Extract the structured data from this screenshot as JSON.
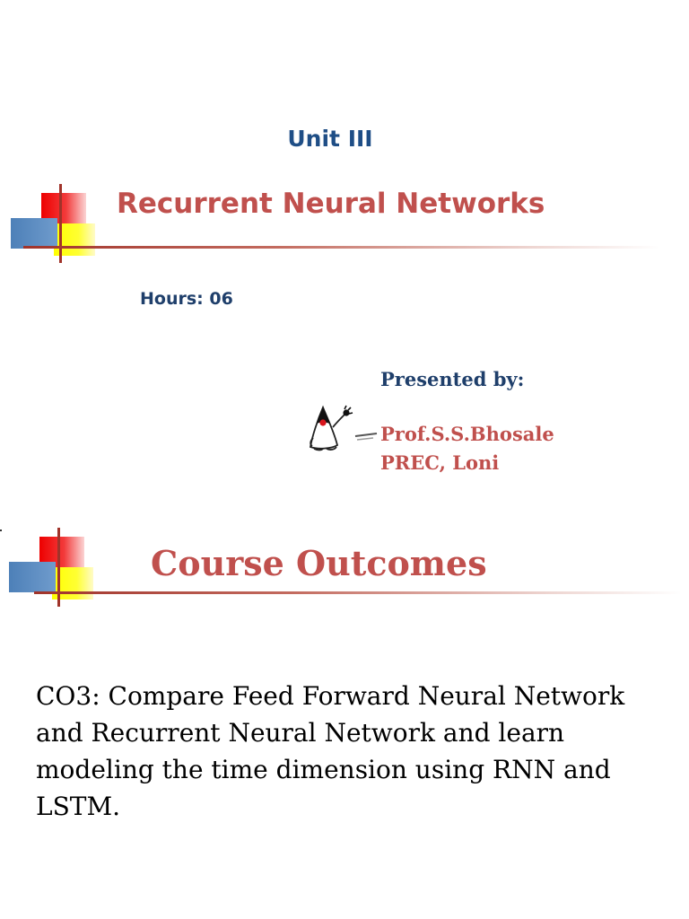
{
  "slide1": {
    "unit": "Unit III",
    "title": "Recurrent Neural Networks",
    "hours": "Hours: 06",
    "presented_by": "Presented by:",
    "presenter_name": "Prof.S.S.Bhosale",
    "presenter_institute": "PREC, Loni"
  },
  "slide2": {
    "title": "Course Outcomes",
    "outcome": "CO3: Compare Feed Forward Neural Network and Recurrent Neural Network and learn modeling the time dimension using RNN and LSTM."
  },
  "colors": {
    "title_red": "#c0504d",
    "heading_blue": "#1f4e86",
    "rule_dark_red": "#a0332a"
  },
  "icons": {
    "slide_decoration": "red-yellow-blue-squares-icon",
    "mascot": "duke-mascot-icon"
  }
}
